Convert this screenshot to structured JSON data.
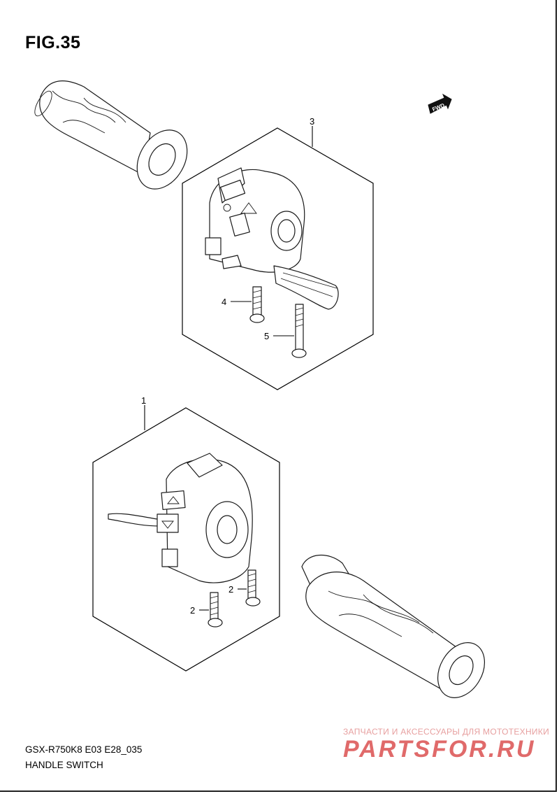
{
  "figure": {
    "title": "FIG.35"
  },
  "footer": {
    "model_code": "GSX-R750K8 E03 E28_035",
    "caption": "HANDLE SWITCH"
  },
  "direction_badge": {
    "label": "FWD",
    "icon": "fwd-arrow-icon"
  },
  "callouts": [
    {
      "number": "3"
    },
    {
      "number": "4"
    },
    {
      "number": "5"
    },
    {
      "number": "1"
    },
    {
      "number": "2"
    },
    {
      "number": "2"
    }
  ],
  "watermark": {
    "subtitle": "ЗАПЧАСТИ И АКСЕССУАРЫ ДЛЯ МОТОТЕХНИКИ",
    "logo_text": "PARTSFOR.RU",
    "color": "#e06a6a"
  }
}
